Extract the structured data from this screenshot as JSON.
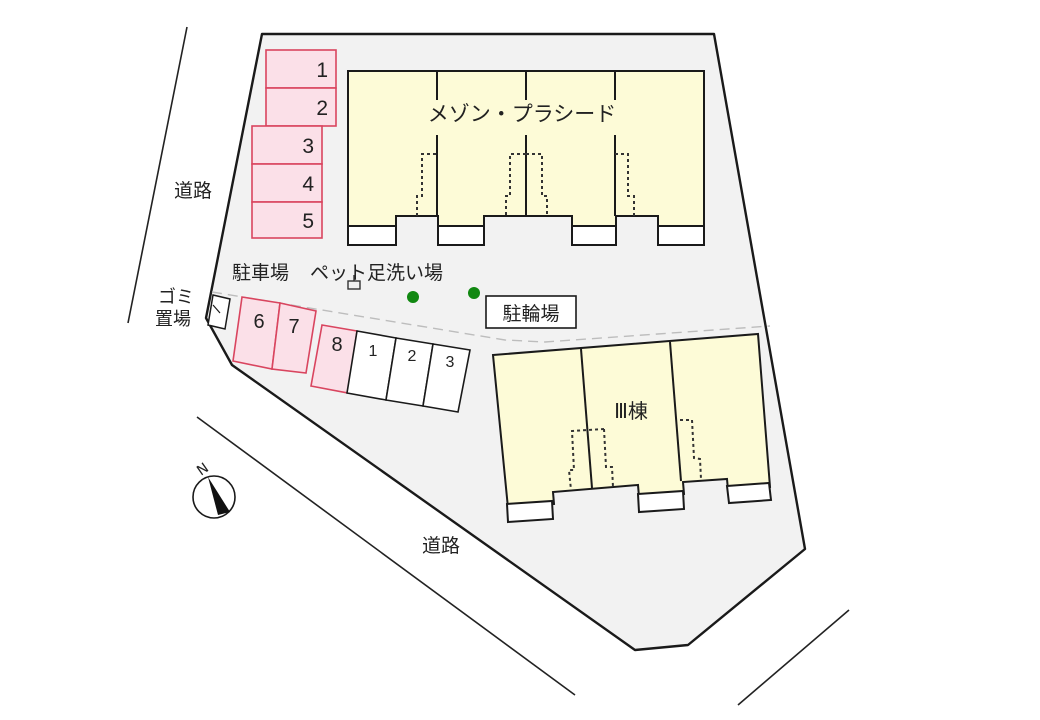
{
  "colors": {
    "site_fill": "#f2f2f2",
    "building_fill": "#fdfbd7",
    "parking_red_fill": "#fbe0e8",
    "parking_red_stroke": "#d9455f",
    "outline": "#1a1a1a",
    "foot_wash_dot": "#118811",
    "divider_dashed": "#bbbbbb"
  },
  "roads": {
    "left_label": "道路",
    "bottom_label": "道路"
  },
  "buildings": {
    "main": {
      "name": "メゾン・プラシード"
    },
    "annex": {
      "name": "Ⅲ棟"
    }
  },
  "labels": {
    "parking": "駐車場",
    "pet_foot_wash": "ペット足洗い場",
    "garbage_line1": "ゴミ",
    "garbage_line2": "置場",
    "bicycle_parking": "駐輪場",
    "compass_north": "N"
  },
  "parking_spaces_red_top": [
    "1",
    "2",
    "3",
    "4",
    "5"
  ],
  "parking_spaces_red_lower": [
    "6",
    "7",
    "8"
  ],
  "parking_spaces_white": [
    "1",
    "2",
    "3"
  ]
}
